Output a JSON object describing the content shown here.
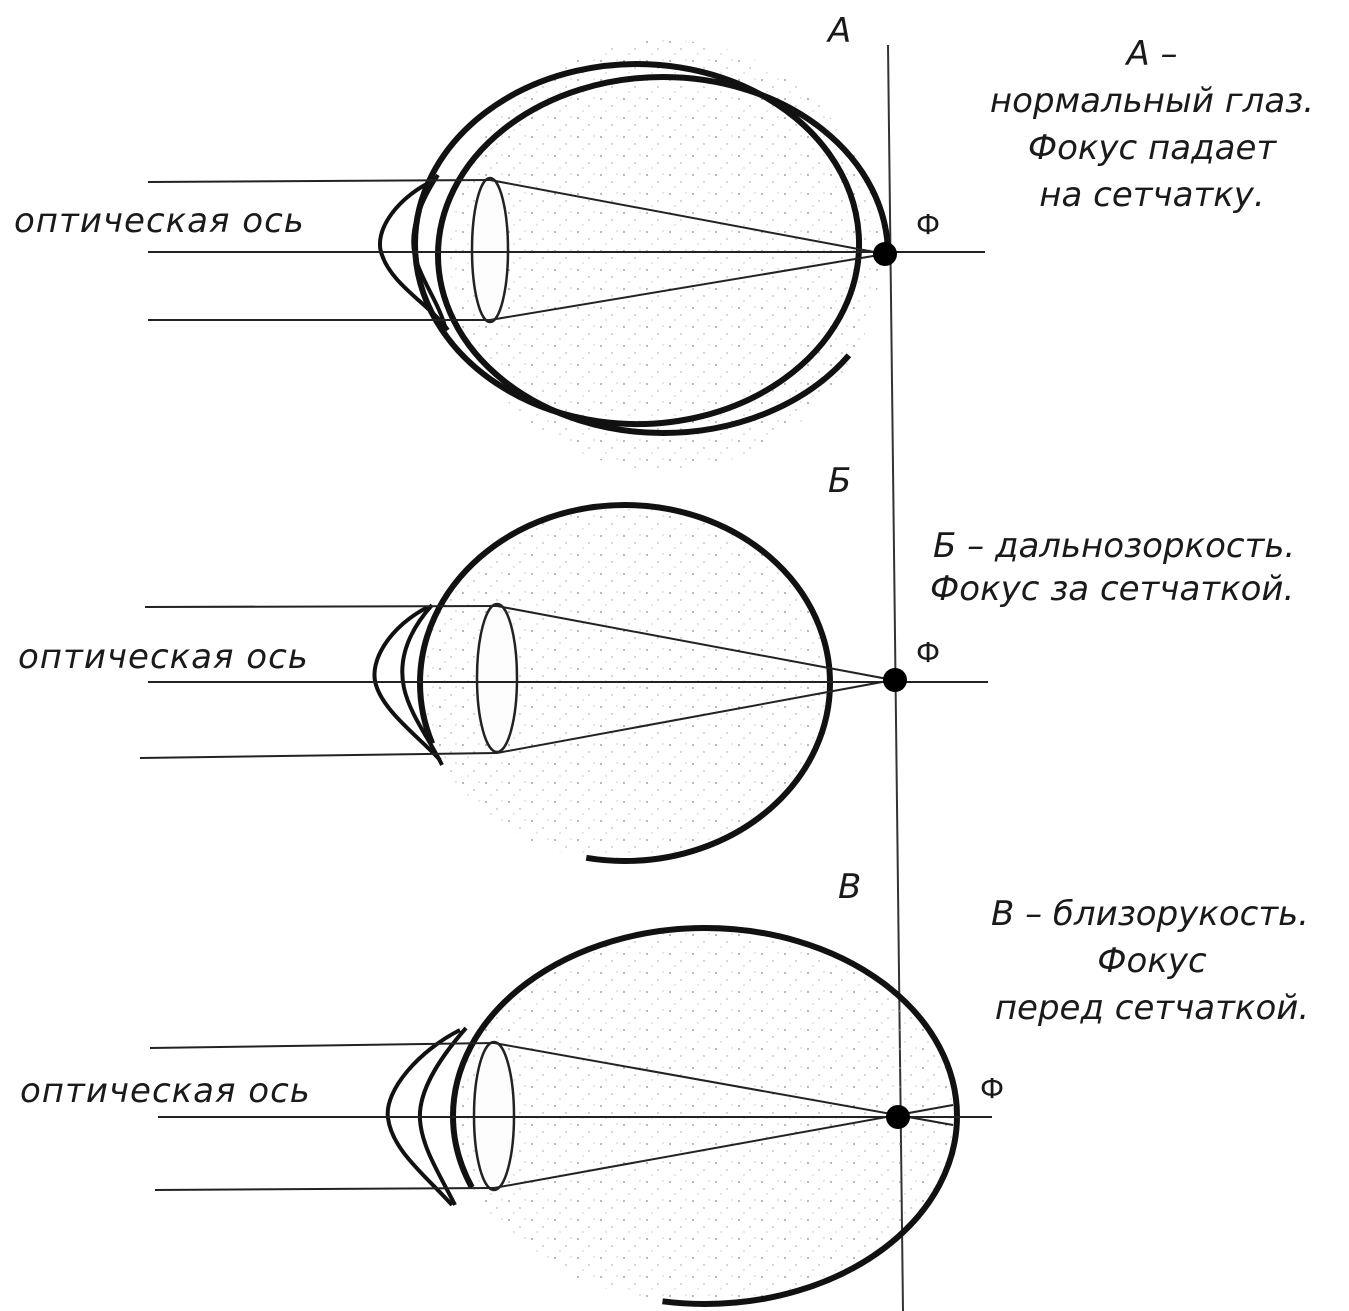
{
  "panels": [
    {
      "letter": "А",
      "axis_label": "оптическая ось",
      "focus_label": "Ф",
      "caption": [
        "А –",
        "нормальный глаз.",
        "Фокус падает",
        "на сетчатку."
      ]
    },
    {
      "letter": "Б",
      "axis_label": "оптическая ось",
      "focus_label": "Ф",
      "caption": [
        "Б – дальнозоркость.",
        "Фокус за сетчаткой."
      ]
    },
    {
      "letter": "В",
      "axis_label": "оптическая ось",
      "focus_label": "Ф",
      "caption": [
        "В – близорукость.",
        "Фокус",
        "перед сетчаткой."
      ]
    }
  ]
}
